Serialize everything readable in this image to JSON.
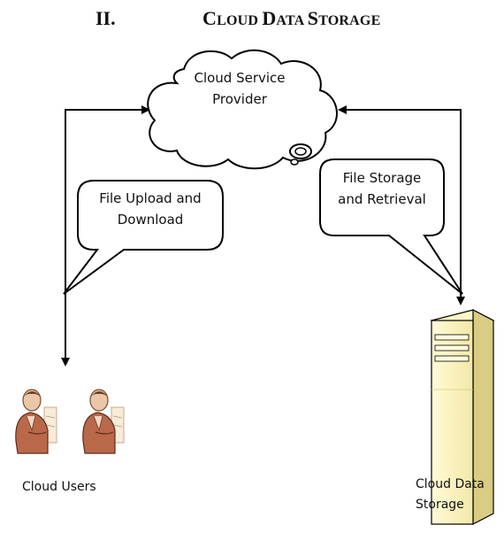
{
  "heading": {
    "number": "II.",
    "title": [
      "C",
      "LOUD ",
      "D",
      "ATA ",
      "S",
      "TORAGE"
    ]
  },
  "nodes": {
    "provider": [
      "Cloud Service",
      "Provider"
    ],
    "users": "Cloud Users",
    "storage": [
      "Cloud Data",
      "Storage"
    ]
  },
  "callouts": {
    "upload": [
      "File Upload and",
      "Download"
    ],
    "storage": [
      "File Storage",
      "and Retrieval"
    ]
  }
}
